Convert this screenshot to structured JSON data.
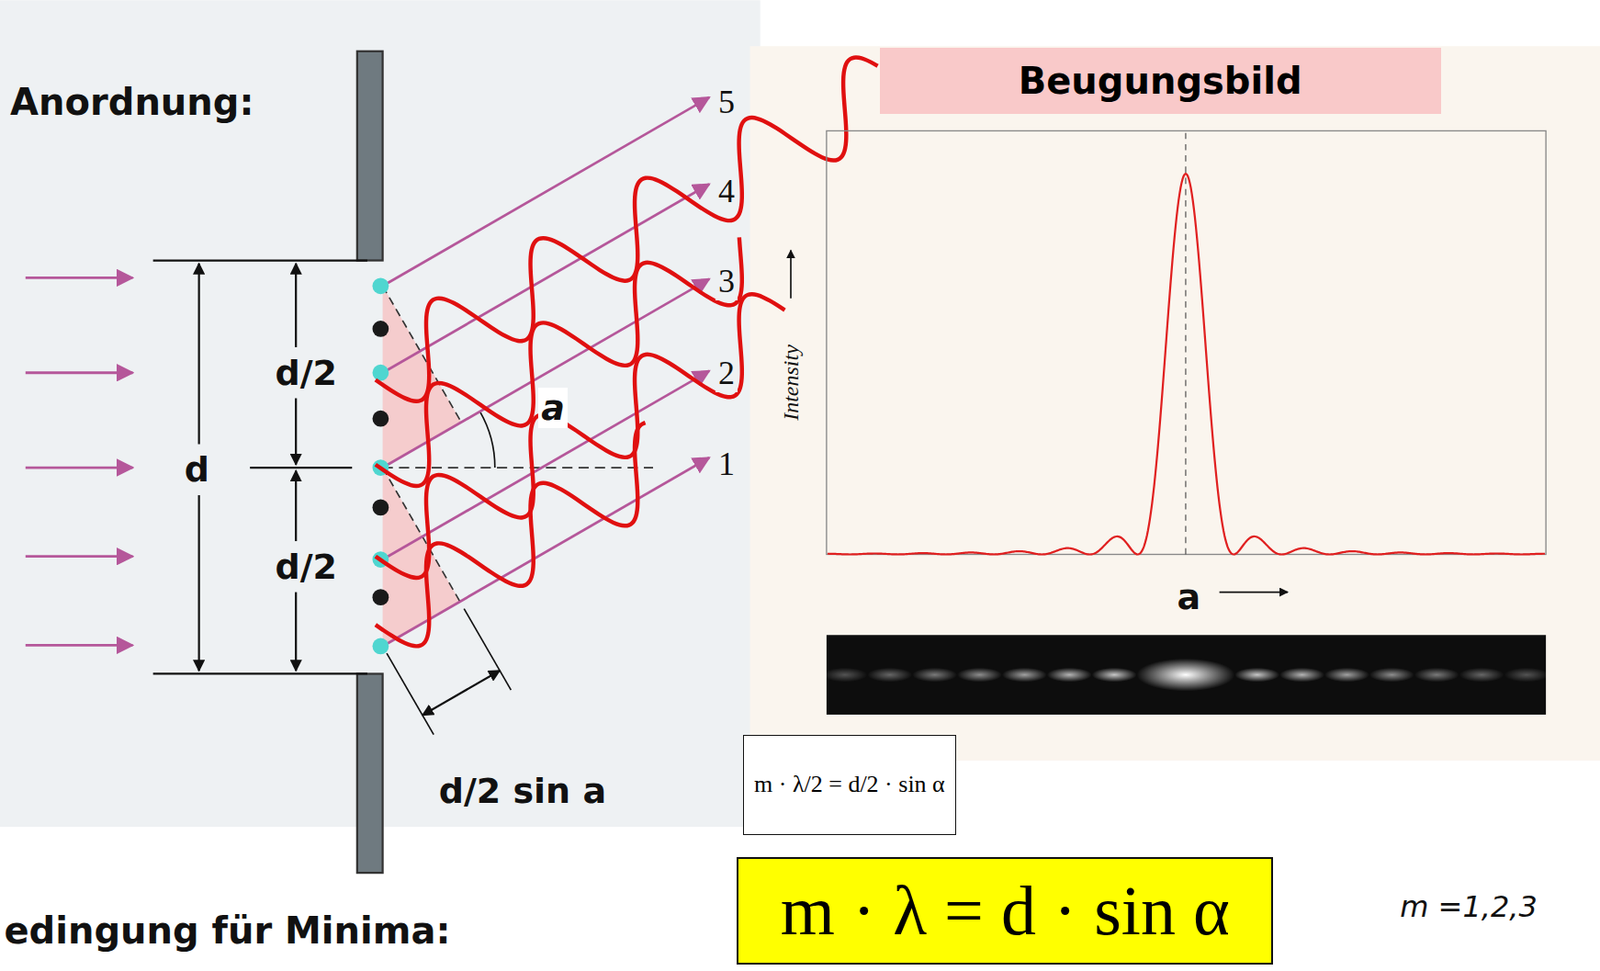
{
  "diagram": {
    "nodes": [
      {
        "text": [
          "Beugungsbild"
        ]
      },
      {
        "text": [
          "m · λ/2 = d/2 · sin α"
        ]
      },
      {
        "text": [
          "m · λ = d · sin α"
        ]
      }
    ],
    "labels": [
      "Anordnung:",
      "d/2",
      "d",
      "d/2",
      "a",
      "5",
      "4",
      "3",
      "2",
      "1",
      "Intensity",
      "a",
      "d/2 sin a",
      "m =1,2,3",
      "edingung für Minima:"
    ]
  }
}
